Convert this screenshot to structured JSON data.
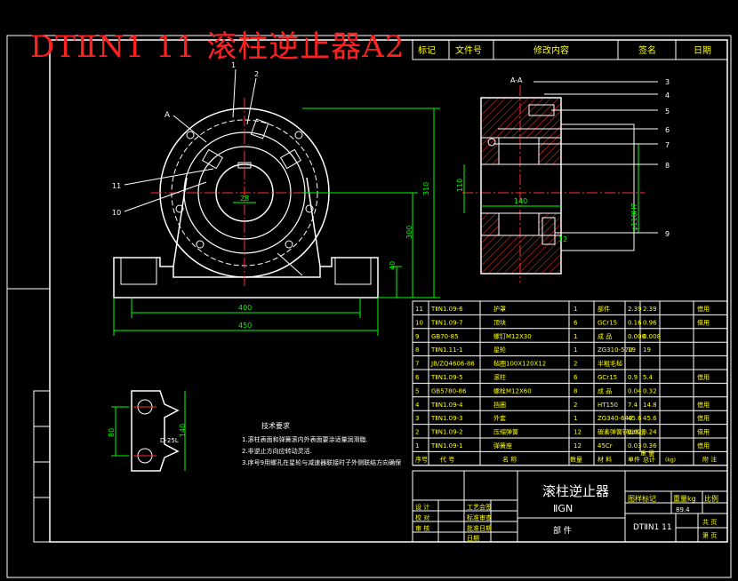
{
  "title_overlay": "DTⅡN1 11 滚柱逆止器A2",
  "colors": {
    "background": "#000000",
    "frame": "#ffffff",
    "outline": "#ffffff",
    "dimension": "#00ff00",
    "table_text": "#ffff00",
    "title_text": "#ff2020",
    "center_line": "#ff3030",
    "hatch": "#ff3030",
    "leader": "#ffffff"
  },
  "revision_header": [
    "标记",
    "文件号",
    "修改内容",
    "签名",
    "日期"
  ],
  "front_view": {
    "section_label": "A",
    "dimensions": {
      "width_inner": "400",
      "width_outer": "450",
      "height_total": "310",
      "height_center": "300",
      "height_base": "40",
      "bore": "28"
    }
  },
  "section_view": {
    "label": "A-A",
    "dimensions": {
      "bore_length": "140",
      "shaft": "110",
      "outer": "φ110H7",
      "small": "12"
    },
    "callouts": [
      "3",
      "4",
      "5",
      "6",
      "7",
      "8",
      "9"
    ]
  },
  "front_callouts": [
    "1",
    "2",
    "10",
    "11"
  ],
  "detail_view": {
    "dim_width": "80",
    "dim_height": "140",
    "label": "D-25L"
  },
  "tech_requirements": {
    "title": "技术要求",
    "items": [
      "1.滚柱表面和弹簧滚内外表面要涂适量润滑脂.",
      "2.非逆止方向应转动灵活.",
      "3.序号9用螺孔在星轮与减速器联接时子外侧联结方向确保"
    ]
  },
  "bom": {
    "rows": [
      {
        "no": "11",
        "code": "TⅡN1.09-6",
        "name": "护罩",
        "qty": "1",
        "material": "部件",
        "unit": "2.39",
        "total": "2.39",
        "note": "借用"
      },
      {
        "no": "10",
        "code": "TⅡN1.09-7",
        "name": "顶块",
        "qty": "6",
        "material": "GCr15",
        "unit": "0.16",
        "total": "0.96",
        "note": "借用"
      },
      {
        "no": "9",
        "code": "GB70-85",
        "name": "螺钉M12X30",
        "qty": "1",
        "material": "成 品",
        "unit": "0.008",
        "total": "0.008",
        "note": ""
      },
      {
        "no": "8",
        "code": "TⅡN1.11-1",
        "name": "星轮",
        "qty": "1",
        "material": "ZG310-570",
        "unit": "19",
        "total": "19",
        "note": ""
      },
      {
        "no": "7",
        "code": "JB/ZQ4606-86",
        "name": "毡圈100X120X12",
        "qty": "2",
        "material": "半粗毛毡",
        "unit": "",
        "total": "",
        "note": ""
      },
      {
        "no": "6",
        "code": "TⅡN1.09-5",
        "name": "滚柱",
        "qty": "6",
        "material": "GCr15",
        "unit": "0.9",
        "total": "5.4",
        "note": "借用"
      },
      {
        "no": "5",
        "code": "GB5780-86",
        "name": "螺栓M12X60",
        "qty": "8",
        "material": "成 品",
        "unit": "0.04",
        "total": "0.32",
        "note": ""
      },
      {
        "no": "4",
        "code": "TⅡN1.09-4",
        "name": "挡圈",
        "qty": "2",
        "material": "HT150",
        "unit": "7.4",
        "total": "14.8",
        "note": "借用"
      },
      {
        "no": "3",
        "code": "TⅡN1.09-3",
        "name": "外套",
        "qty": "1",
        "material": "ZG340-640",
        "unit": "45.6",
        "total": "45.6",
        "note": "借用"
      },
      {
        "no": "2",
        "code": "TⅡN1.09-2",
        "name": "压缩弹簧",
        "qty": "12",
        "material": "碳素弹簧钢丝B组",
        "unit": "0.02",
        "total": "0.24",
        "note": "借用"
      },
      {
        "no": "1",
        "code": "TⅡN1.09-1",
        "name": "弹簧座",
        "qty": "12",
        "material": "45Cr",
        "unit": "0.03",
        "total": "0.36",
        "note": "借用"
      }
    ],
    "header": {
      "no": "序号",
      "code": "代 号",
      "name": "名 称",
      "qty": "数量",
      "material": "材 料",
      "unit": "单件",
      "total": "总计",
      "weight": "重 量",
      "weight_unit": "(kg)",
      "note": "附 注"
    }
  },
  "title_block": {
    "product_name": "滚柱逆止器",
    "model": "ⅡGN",
    "drawing_no": "DTⅡN1 11",
    "part_label": "部 件",
    "weight": "89.4",
    "headers": [
      "图样标记",
      "重量kg",
      "比例"
    ],
    "sheet_total": "共 页",
    "sheet_no": "第 页",
    "roles_left": [
      "设 计",
      "校 对",
      "审 核"
    ],
    "roles_right": [
      "工艺会签",
      "标准审查",
      "批准日期"
    ],
    "roles_bottom": [
      "日期"
    ]
  }
}
